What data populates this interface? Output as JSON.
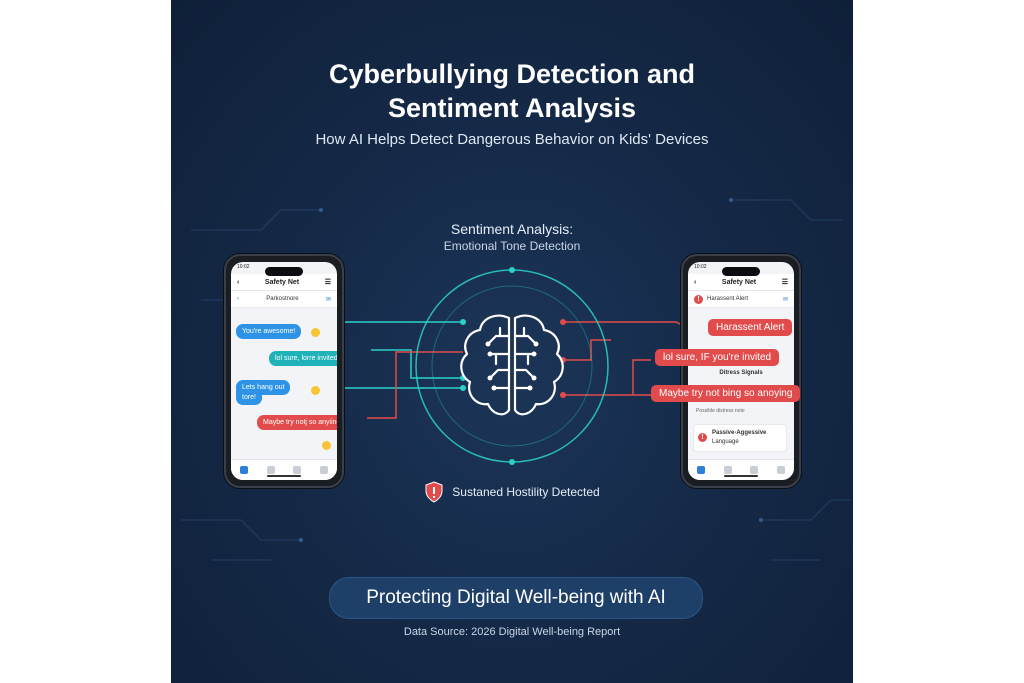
{
  "header": {
    "title_line1": "Cyberbullying Detection and",
    "title_line2": "Sentiment Analysis",
    "subtitle": "How AI Helps Detect Dangerous Behavior on Kids' Devices"
  },
  "center": {
    "section_title": "Sentiment Analysis:",
    "section_subtitle": "Emotional Tone Detection",
    "brain_icon": "brain-circuit-icon"
  },
  "left_phone": {
    "status_time": "10:02",
    "app_title": "Safety Net",
    "contact": "Parkostnore",
    "messages": [
      "You're awesome!",
      "lol sure, lorre invited",
      "Lets hang out",
      "tore!",
      "Maybe try notj so anyiing"
    ]
  },
  "right_phone": {
    "status_time": "10:02",
    "app_title": "Safety Net",
    "alert_header": "Harassent Alert",
    "distress_label": "Ditress Signals",
    "small_row": "Possible distress note",
    "card_title_line1": "Passive-Aggessive",
    "card_title_line2": "Language"
  },
  "flags": {
    "harassment": "Harassent Alert",
    "invite": "lol sure, IF you're invited",
    "annoying": "Maybe try not bing so anoying"
  },
  "warning": {
    "icon": "shield-alert-icon",
    "text": "Sustaned Hostility Detected"
  },
  "cta": {
    "label": "Protecting Digital Well-being with AI"
  },
  "source": {
    "text": "Data Source: 2026 Digital Well-being Report"
  },
  "colors": {
    "background": "#152a48",
    "blue_bubble": "#2e93e6",
    "teal_bubble": "#1fb2b8",
    "red_flag": "#e24b4b",
    "accent_glow": "#2ee0d6"
  }
}
